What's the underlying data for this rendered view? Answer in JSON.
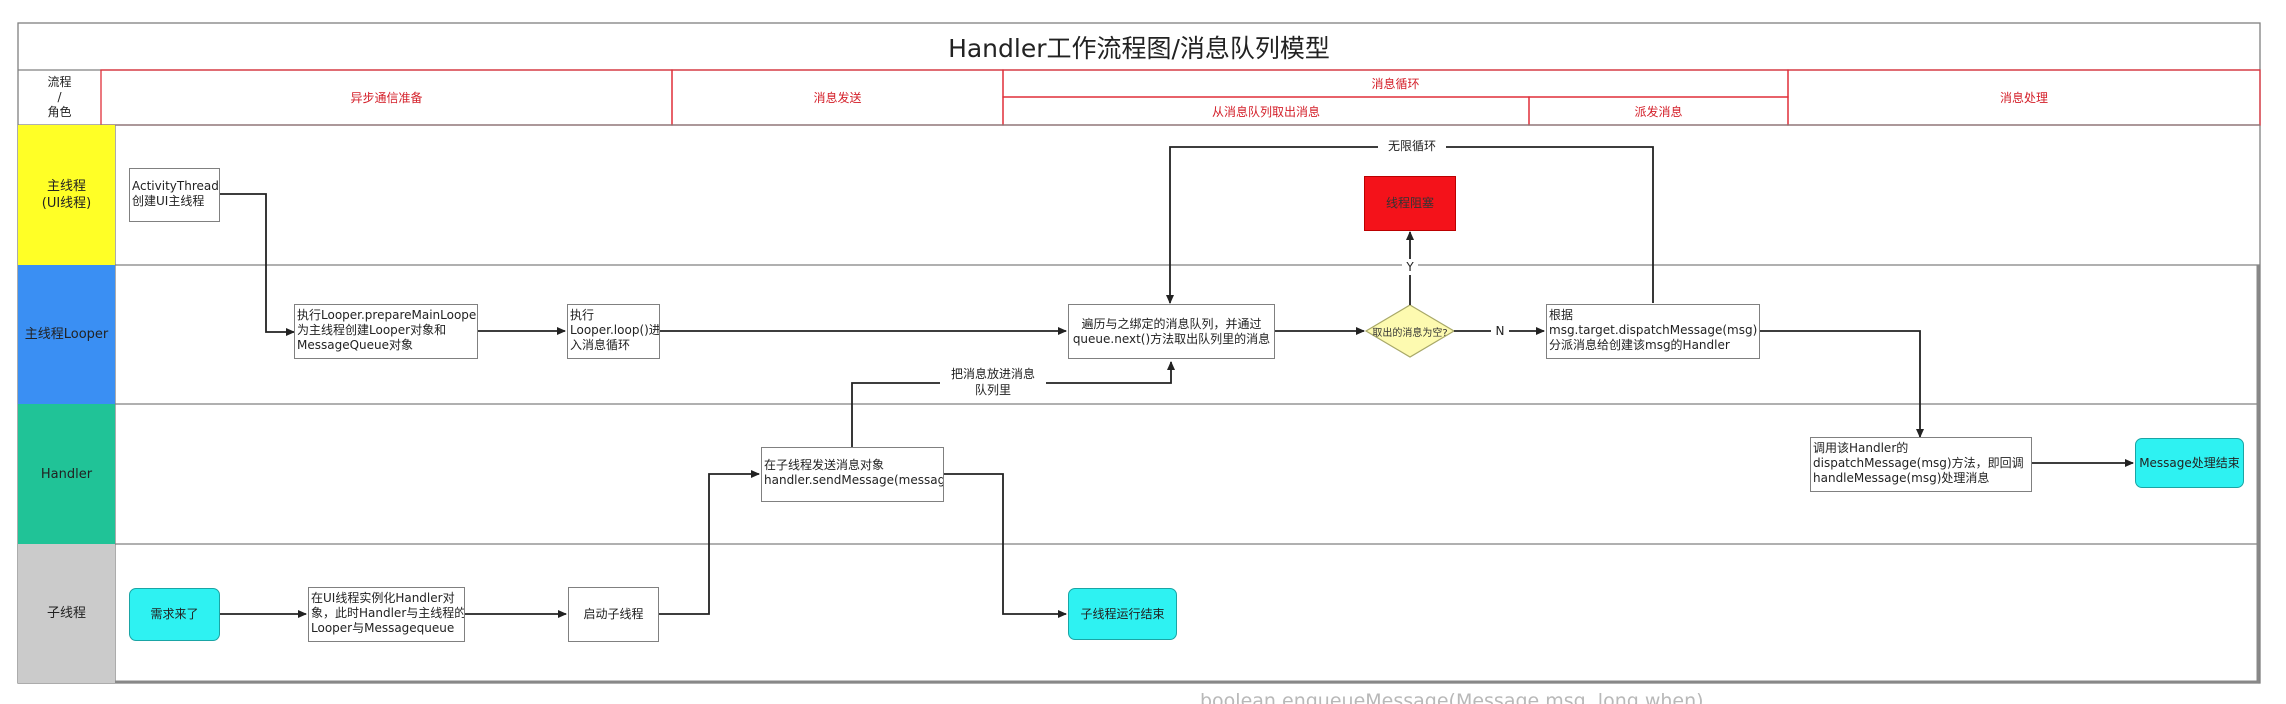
{
  "title": "Handler工作流程图/消息队列模型",
  "header": {
    "corner": "流程\n/\n角色",
    "phases": {
      "async_prep": "异步通信准备",
      "send": "消息发送",
      "loop": "消息循环",
      "fetch": "从消息队列取出消息",
      "dispatch": "派发消息",
      "handle": "消息处理"
    }
  },
  "lanes": {
    "main_thread": "主线程\n(UI线程)",
    "looper": "主线程Looper",
    "handler": "Handler",
    "sub_thread": "子线程"
  },
  "colors": {
    "main_thread": "#ffff26",
    "looper": "#3a8ff3",
    "handler": "#20c397",
    "sub_thread": "#cbcbcb",
    "header_text": "#d4202a",
    "end_node": "#2ef2f2",
    "block_node": "#f4121a",
    "decision": "#fdfab0"
  },
  "nodes": {
    "activity_thread": "ActivityThread\n创建UI主线程",
    "prepare_main_looper": "执行Looper.prepareMainLooper()\n为主线程创建Looper对象和\nMessageQueue对象",
    "looper_loop": "执行\nLooper.loop()进\n入消息循环",
    "traverse_queue": "遍历与之绑定的消息队列，并通过\nqueue.next()方法取出队列里的消息",
    "thread_block": "线程阻塞",
    "decision": "取出的消息为空?",
    "dispatch_msg": "根据\nmsg.target.dispatchMessage(msg)\n分派消息给创建该msg的Handler",
    "send_message": "在子线程发送消息对象\nhandler.sendMessage(message)",
    "call_dispatch": "调用该Handler的\ndispatchMessage(msg)方法，即回调\nhandleMessage(msg)处理消息",
    "message_end": "Message处理结束",
    "demand": "需求来了",
    "instantiate_handler": "在UI线程实例化Handler对\n象，此时Handler与主线程的\nLooper与Messagequeue",
    "start_sub_thread": "启动子线程",
    "sub_thread_end": "子线程运行结束"
  },
  "edge_labels": {
    "infinite_loop": "无限循环",
    "put_in_queue": "把消息放进消息\n队列里",
    "yes": "Y",
    "no": "N"
  },
  "footer_partial": "boolean enqueueMessage(Message msg, long when)"
}
